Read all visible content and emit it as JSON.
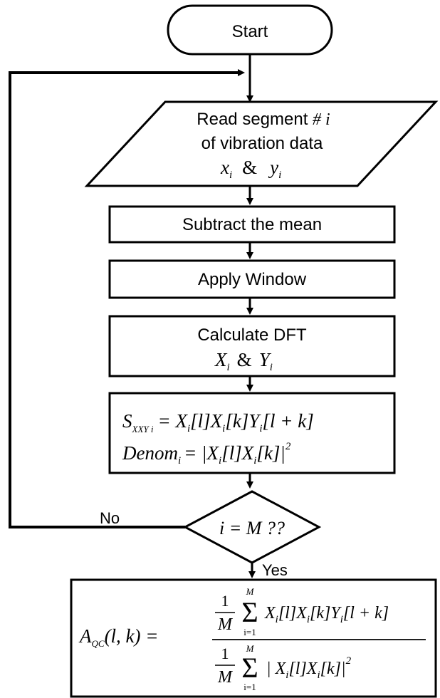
{
  "start": {
    "label": "Start"
  },
  "read": {
    "line1": "Read segment ",
    "line1_symbol": "# i",
    "line2": "of vibration data",
    "eq_x": "x",
    "eq_x_sub": "i",
    "eq_amp": "&",
    "eq_y": "y",
    "eq_y_sub": "i"
  },
  "subtract": {
    "label": "Subtract the mean"
  },
  "window": {
    "label": "Apply Window"
  },
  "dft": {
    "label": "Calculate DFT",
    "eq_x": "X",
    "eq_x_sub": "i",
    "eq_amp": "&",
    "eq_y": "Y",
    "eq_y_sub": "i"
  },
  "compute": {
    "s_symbol": "S",
    "s_sub": "XXY i",
    "s_rhs": "= X",
    "s_rhs_a": "i",
    "s_rhs_b": "[l]X",
    "s_rhs_c": "i",
    "s_rhs_d": "[k]Y",
    "s_rhs_e": "i",
    "s_rhs_f": "[l + k]",
    "denom_symbol": "Denom",
    "denom_sub": "i",
    "denom_rhs_a": "= |X",
    "denom_rhs_b": "i",
    "denom_rhs_c": "[l]X",
    "denom_rhs_d": "i",
    "denom_rhs_e": "[k]|",
    "denom_rhs_sup": "2"
  },
  "decision": {
    "label": "i = M ??",
    "no_label": "No",
    "yes_label": "Yes"
  },
  "result": {
    "lhs": "A",
    "lhs_sub": "QC",
    "lhs_args": "(l, k) =",
    "frac_one": "1",
    "frac_M": "M",
    "sum_sym": "Σ",
    "sum_upper": "M",
    "sum_lower": "i=1",
    "num_body": "X",
    "num_s1": "i",
    "num_b2": "[l]X",
    "num_s2": "i",
    "num_b3": "[k]Y",
    "num_s3": "i",
    "num_b4": "[l + k]",
    "den_body": "| X",
    "den_s1": "i",
    "den_b2": "[l]X",
    "den_s2": "i",
    "den_b3": "[k]|",
    "den_sup": "2"
  }
}
